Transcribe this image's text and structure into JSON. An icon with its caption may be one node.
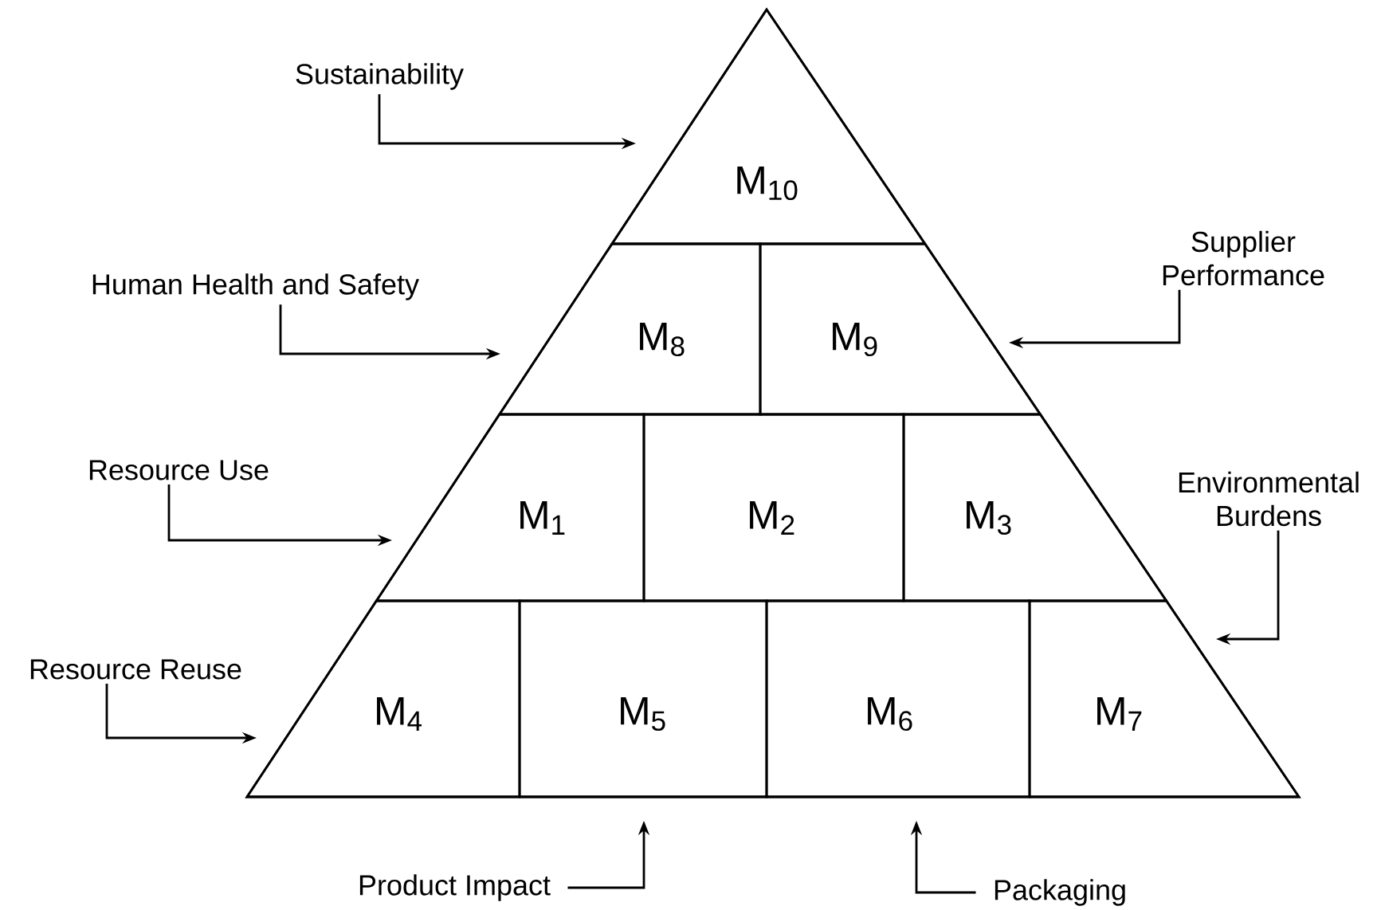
{
  "diagram": {
    "nodes": [
      {
        "text": [],
        "shape": "triangle"
      },
      {
        "text": [
          "M$_{10}$"
        ],
        "in": 0
      },
      {
        "text": [
          "M$_{8}$"
        ],
        "in": 0
      },
      {
        "text": [
          "M$_{9}$"
        ],
        "in": 0
      },
      {
        "text": [
          "M$_{1}$"
        ],
        "in": 0
      },
      {
        "text": [
          "M$_{2}$"
        ],
        "in": 0
      },
      {
        "text": [
          "M$_{3}$"
        ],
        "in": 0
      },
      {
        "text": [
          "M$_{4}$"
        ],
        "in": 0
      },
      {
        "text": [
          "M$_{5}$"
        ],
        "in": 0
      },
      {
        "text": [
          "M$_{6}$"
        ],
        "in": 0
      },
      {
        "text": [
          "M$_{7}$"
        ],
        "in": 0
      },
      {
        "text": [
          "Sustainability"
        ]
      },
      {
        "text": [
          "Human Health and Safety"
        ]
      },
      {
        "text": [
          "Supplier Performance"
        ]
      },
      {
        "text": [
          "Resource Use"
        ]
      },
      {
        "text": [
          "Environmental Burdens"
        ]
      },
      {
        "text": [
          "Resource Reuse"
        ]
      },
      {
        "text": [
          "Product Impact"
        ]
      },
      {
        "text": [
          "Packaging"
        ]
      }
    ],
    "edges": [
      {
        "from": 11,
        "to": 1,
        "arrow": "to"
      },
      {
        "from": 12,
        "to": 2,
        "arrow": "to"
      },
      {
        "from": 13,
        "to": 3,
        "arrow": "to"
      },
      {
        "from": 14,
        "to": 4,
        "arrow": "to"
      },
      {
        "from": 15,
        "to": 10,
        "arrow": "to"
      },
      {
        "from": 16,
        "to": 7,
        "arrow": "to"
      },
      {
        "from": 17,
        "to": 8,
        "arrow": "to"
      },
      {
        "from": 18,
        "to": 9,
        "arrow": "to"
      }
    ]
  }
}
